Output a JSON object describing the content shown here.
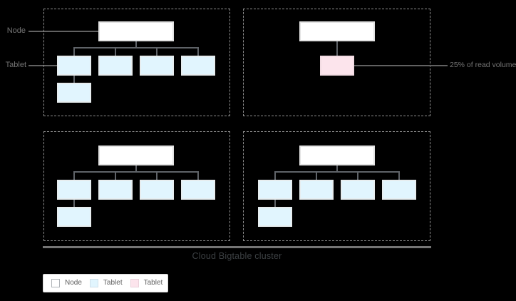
{
  "labels": {
    "node": "Node",
    "tablet": "Tablet",
    "read_volume": "25% of read volume"
  },
  "cluster": {
    "label": "Cloud Bigtable cluster"
  },
  "legend": {
    "items": [
      {
        "label": "Node",
        "color": "#ffffff"
      },
      {
        "label": "Tablet",
        "color": "#e1f5fe"
      },
      {
        "label": "Tablet",
        "color": "#fce4ec"
      }
    ]
  },
  "colors": {
    "background": "#000000",
    "node_fill": "#ffffff",
    "tablet_fill": "#e1f5fe",
    "hot_tablet_fill": "#fce4ec",
    "connector": "#5f6368",
    "dashed_border": "#8f8f8f",
    "label_text": "#757575",
    "cluster_text": "#3c4043"
  },
  "structure": {
    "node_groups": [
      {
        "position": "top-left",
        "tablets": 5,
        "hot_tablets": 0
      },
      {
        "position": "top-right",
        "tablets": 1,
        "hot_tablets": 1
      },
      {
        "position": "bottom-left",
        "tablets": 5,
        "hot_tablets": 0
      },
      {
        "position": "bottom-right",
        "tablets": 5,
        "hot_tablets": 0
      }
    ]
  }
}
